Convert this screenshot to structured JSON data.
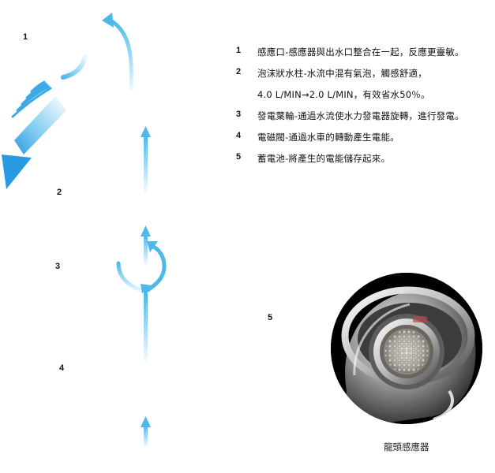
{
  "labels": {
    "diagram_numbers": [
      "1",
      "2",
      "3",
      "4"
    ],
    "photo_number": "5"
  },
  "legend": [
    {
      "num": "1",
      "text": "感應口-感應器與出水口整合在一起，反應更靈敏。"
    },
    {
      "num": "2",
      "text": "泡沫狀水柱-水流中混有氣泡，觸感舒適，"
    },
    {
      "num": "",
      "text": "4.0 L/MIN→2.0 L/MIN，有效省水50％。"
    },
    {
      "num": "3",
      "text": "發電葉輪-通過水流使水力發電器旋轉，進行發電。"
    },
    {
      "num": "4",
      "text": "電磁閥-通過水車的轉動產生電能。"
    },
    {
      "num": "5",
      "text": "蓄電池-將產生的電能儲存起來。"
    }
  ],
  "photo": {
    "caption": "龍頭感應器"
  },
  "colors": {
    "water_blue": "#4db8ea",
    "water_light": "#d6effb",
    "photo_bg": "#000000"
  },
  "icons": [
    "sensor-wave-icon",
    "water-flow-arrow-icon",
    "turbine-loop-icon",
    "faucet-sensor-photo"
  ]
}
